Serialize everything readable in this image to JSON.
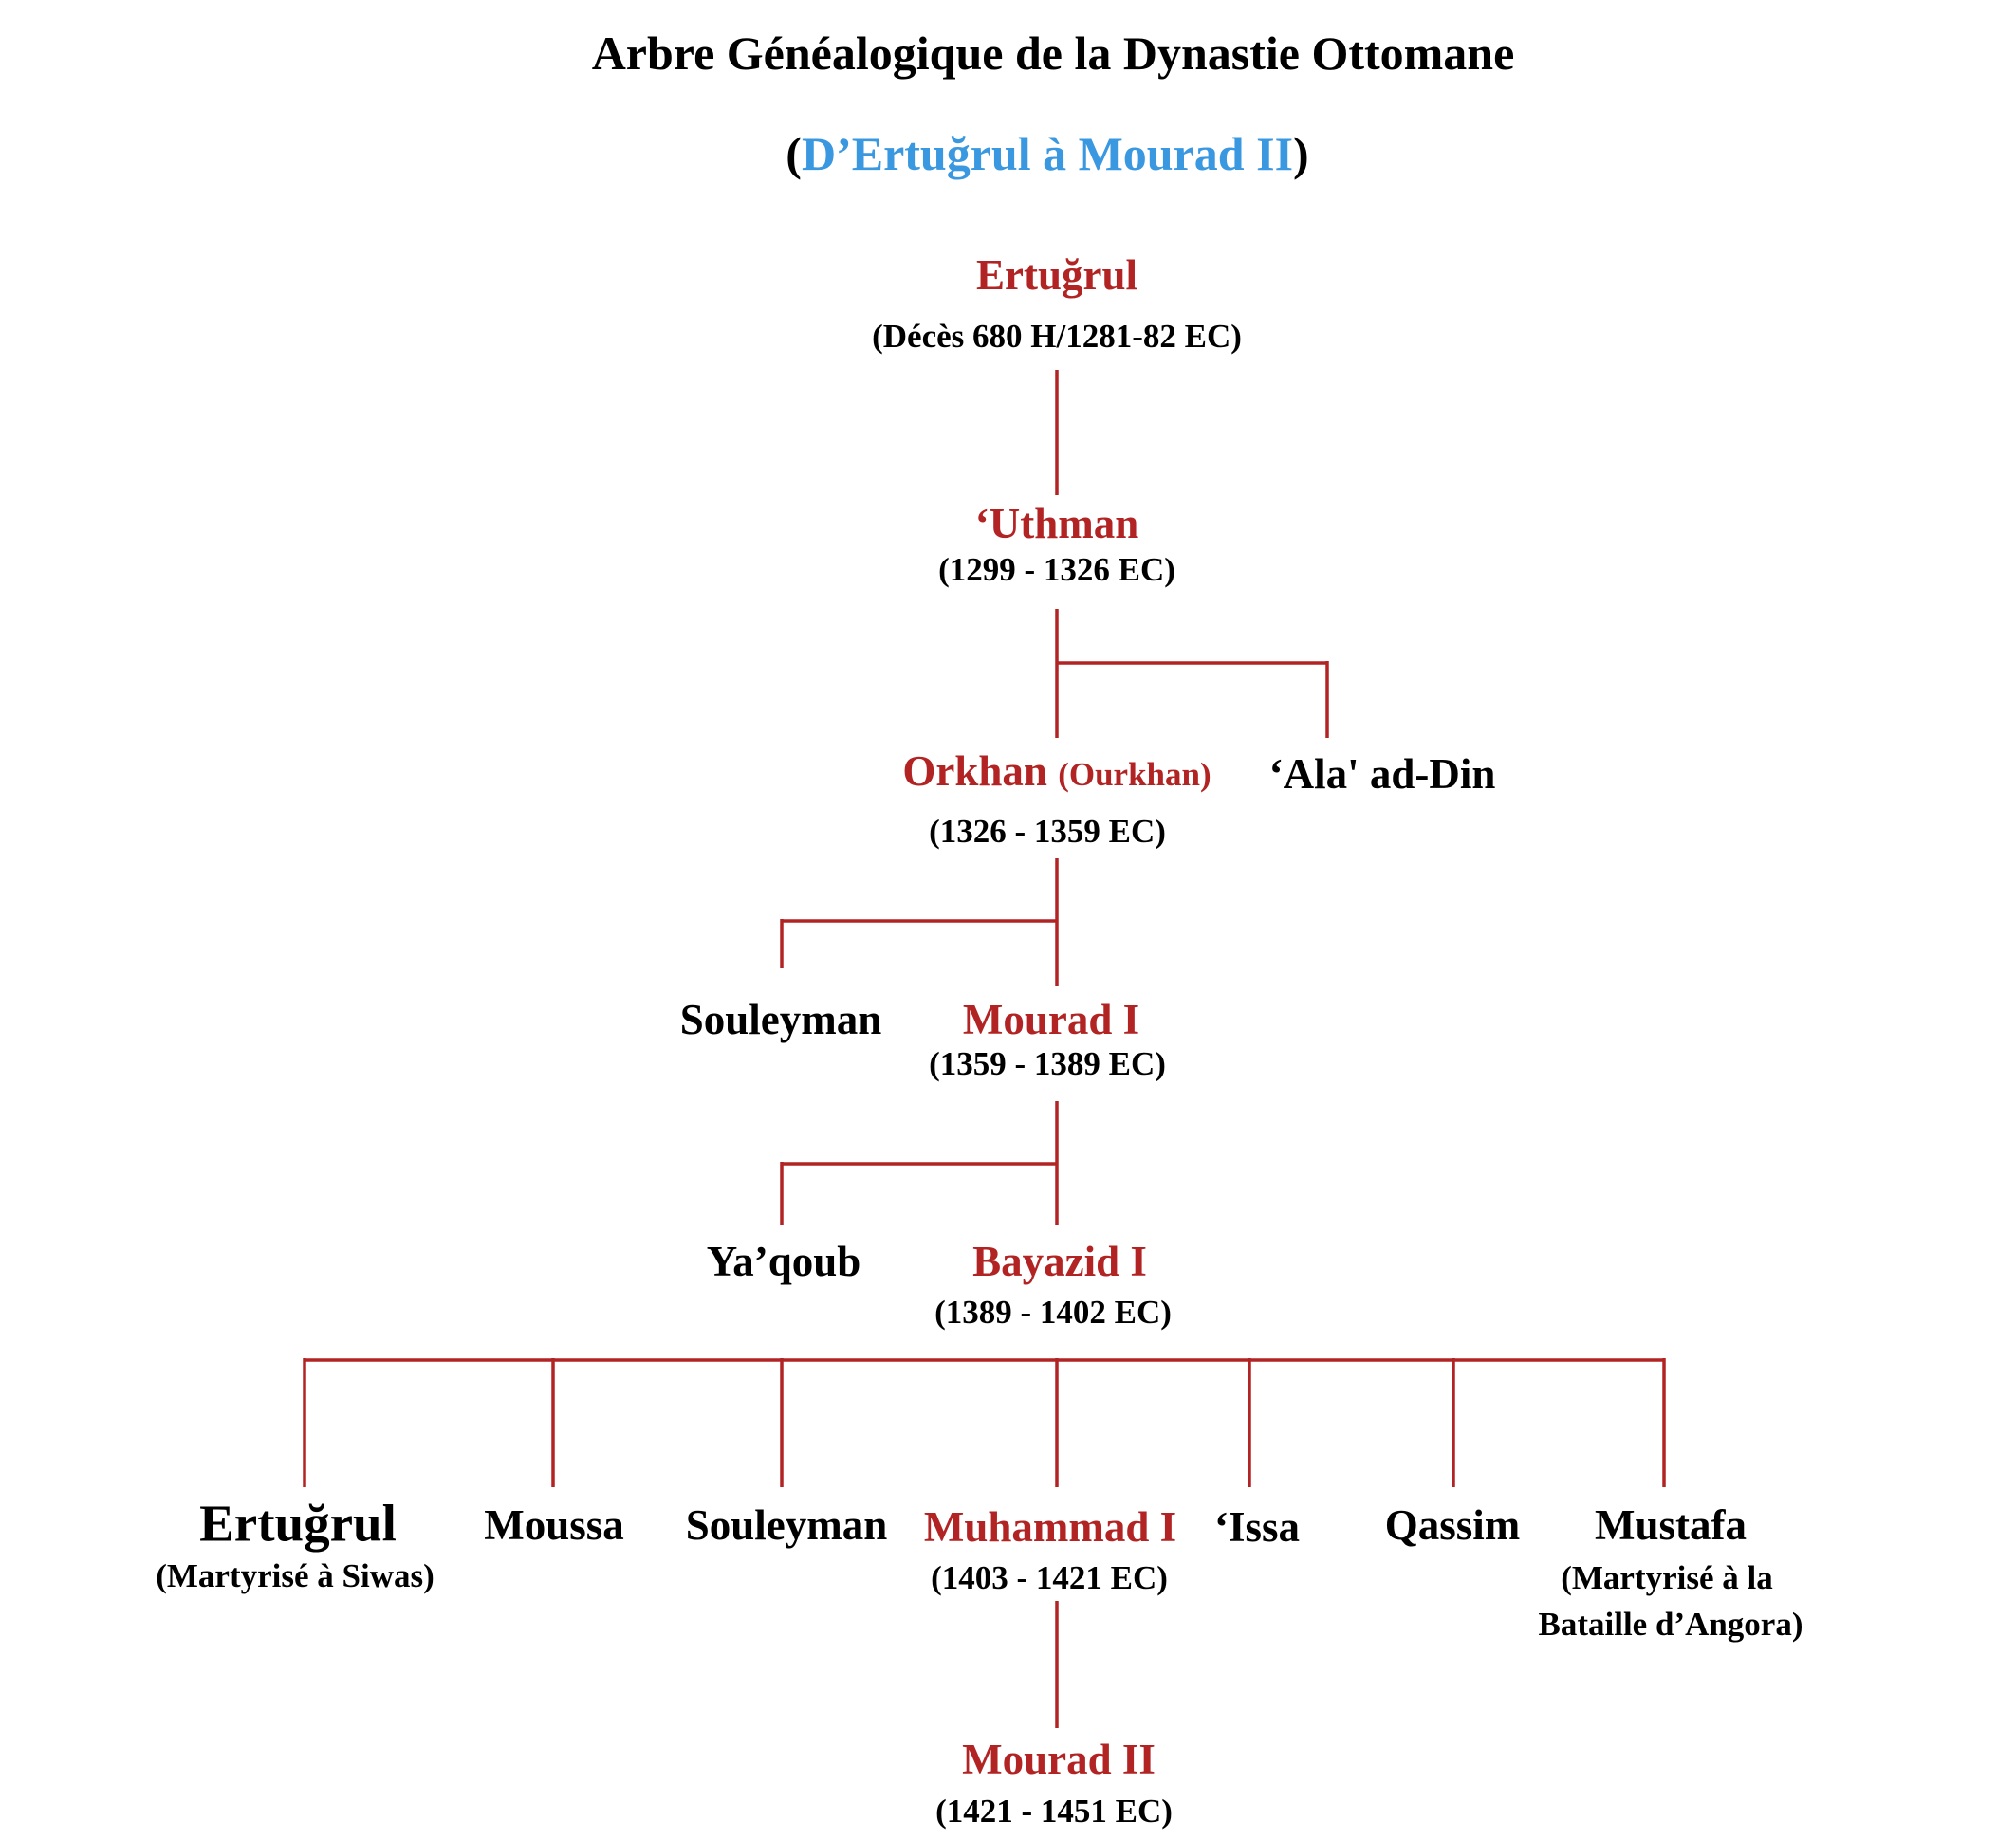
{
  "title": "Arbre Généalogique de la Dynastie Ottomane",
  "subtitle": {
    "open": "(",
    "text": "D’Ertuğrul à Mourad II",
    "close": ")"
  },
  "colors": {
    "ruler": "#b22424",
    "other": "#000000",
    "subtitle": "#3a98e0",
    "connector": "#b22424"
  },
  "nodes": {
    "ertugrul": {
      "name": "Ertuğrul",
      "dates": "(Décès 680 H/1281-82 EC)"
    },
    "uthman": {
      "name": "‘Uthman",
      "dates": "(1299 - 1326 EC)"
    },
    "orkhan": {
      "name": "Orkhan",
      "alt": "(Ourkhan)",
      "dates": "(1326 - 1359 EC)"
    },
    "ala_ad_din": {
      "name": "‘Ala' ad-Din"
    },
    "souleyman1": {
      "name": "Souleyman"
    },
    "mourad1": {
      "name": "Mourad I",
      "dates": "(1359 - 1389 EC)"
    },
    "yaqoub": {
      "name": "Ya’qoub"
    },
    "bayazid1": {
      "name": "Bayazid I",
      "dates": "(1389 - 1402 EC)"
    },
    "ertugrul2": {
      "name": "Ertuğrul",
      "note": "(Martyrisé à Siwas)"
    },
    "moussa": {
      "name": "Moussa"
    },
    "souleyman2": {
      "name": "Souleyman"
    },
    "muhammad1": {
      "name": "Muhammad I",
      "dates": "(1403 - 1421 EC)"
    },
    "issa": {
      "name": "‘Issa"
    },
    "qassim": {
      "name": "Qassim"
    },
    "mustafa": {
      "name": "Mustafa",
      "note_line1": "(Martyrisé à la",
      "note_line2": "Bataille d’Angora)"
    },
    "mourad2": {
      "name": "Mourad II",
      "dates": "(1421 - 1451 EC)"
    }
  }
}
